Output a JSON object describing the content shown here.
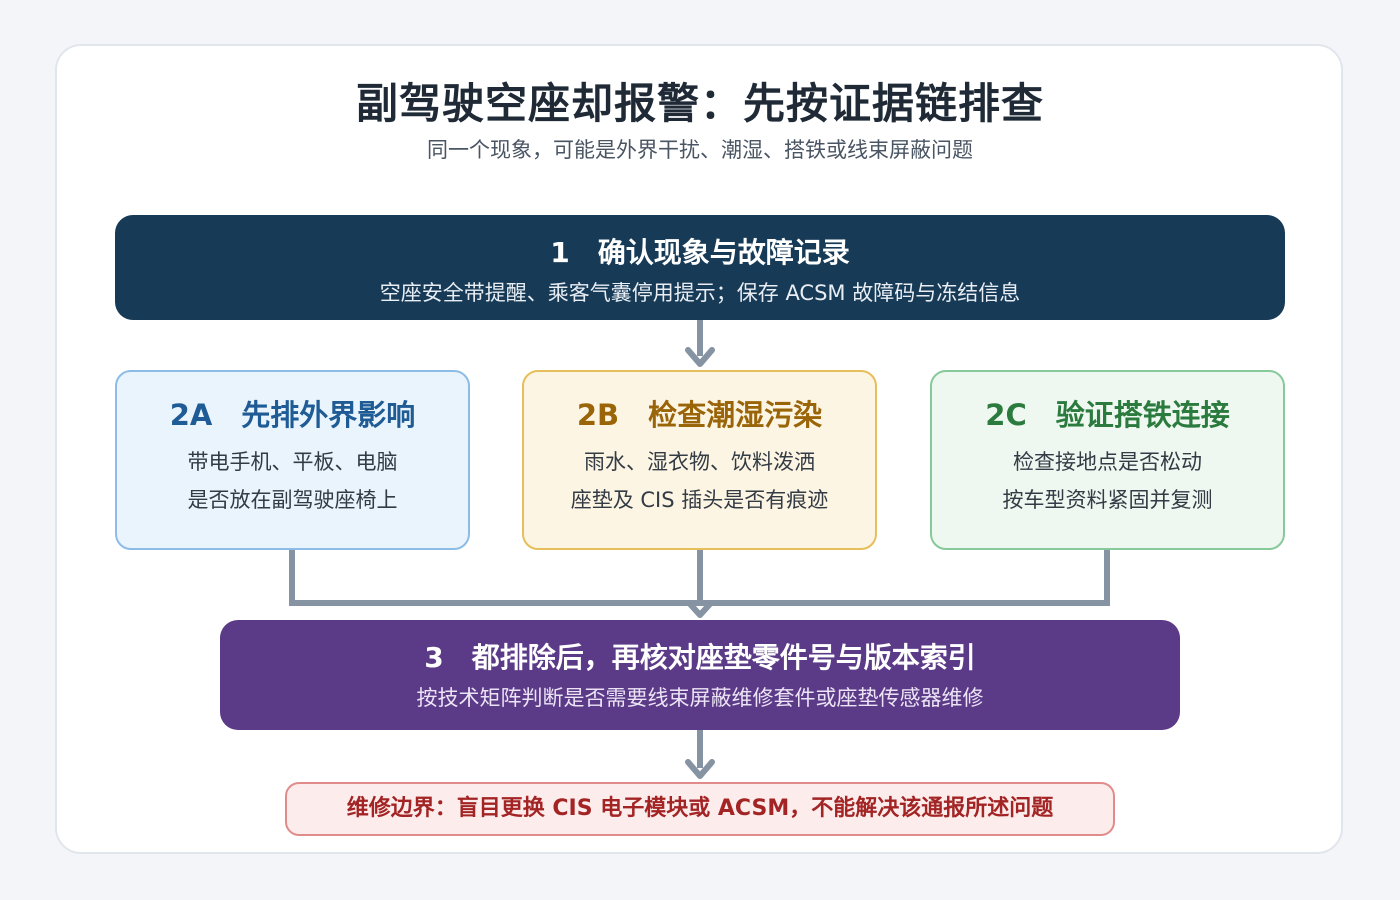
{
  "title": "副驾驶空座却报警：先按证据链排查",
  "subtitle": "同一个现象，可能是外界干扰、潮湿、搭铁或线束屏蔽问题",
  "step1": {
    "title": "1　确认现象与故障记录",
    "desc": "空座安全带提醒、乘客气囊停用提示；保存 ACSM 故障码与冻结信息"
  },
  "branches": [
    {
      "title": "2A　先排外界影响",
      "line1": "带电手机、平板、电脑",
      "line2": "是否放在副驾驶座椅上"
    },
    {
      "title": "2B　检查潮湿污染",
      "line1": "雨水、湿衣物、饮料泼洒",
      "line2": "座垫及 CIS 插头是否有痕迹"
    },
    {
      "title": "2C　验证搭铁连接",
      "line1": "检查接地点是否松动",
      "line2": "按车型资料紧固并复测"
    }
  ],
  "step3": {
    "title": "3　都排除后，再核对座垫零件号与版本索引",
    "desc": "按技术矩阵判断是否需要线束屏蔽维修套件或座垫传感器维修"
  },
  "warning": "维修边界：盲目更换 CIS 电子模块或 ACSM，不能解决该通报所述问题",
  "colors": {
    "step1_bg": "#173a56",
    "step3_bg": "#5b3a87",
    "branch_a": "#1f5b95",
    "branch_b": "#9a6508",
    "branch_c": "#2b7a3e",
    "warning": "#a22424",
    "connector": "#8593a3"
  }
}
